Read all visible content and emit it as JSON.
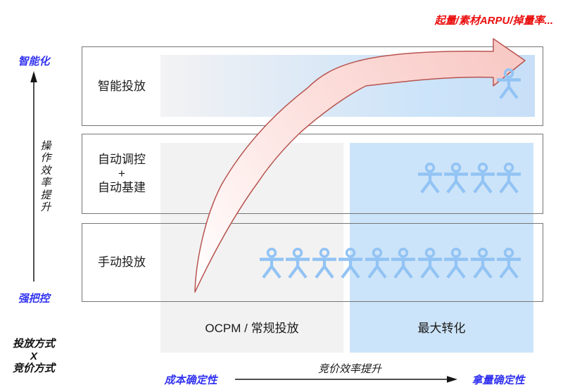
{
  "top_note": "起量/素材ARPU/掉量率...",
  "y_axis": {
    "top_label": "智能化",
    "bottom_label": "强把控",
    "axis_label": "操\n作\n效\n率\n提\n升"
  },
  "x_axis": {
    "left_label": "成本确定性",
    "axis_label": "竞价效率提升",
    "right_label": "拿量确定性"
  },
  "corner_label": "投放方式\nX\n竞价方式",
  "rows": [
    {
      "label": "智能投放",
      "icon_count": 1
    },
    {
      "label": "自动调控\n+\n自动基建",
      "icon_count": 4
    },
    {
      "label": "手动投放",
      "icon_count": 10
    }
  ],
  "columns": [
    {
      "label": "OCPM / 常规投放"
    },
    {
      "label": "最大转化"
    }
  ],
  "colors": {
    "light_gray": "#f2f2f2",
    "light_blue": "#cce4f9",
    "icon_blue": "#92c3f4",
    "box_border": "#767676",
    "blue_text": "#3333f0",
    "red_text": "#eb0e0e",
    "axis_color": "#161616",
    "arrow_stroke": "#b85450",
    "arrow_fill_tail": "#ffffff",
    "arrow_fill_head": "#f8c9c5"
  }
}
